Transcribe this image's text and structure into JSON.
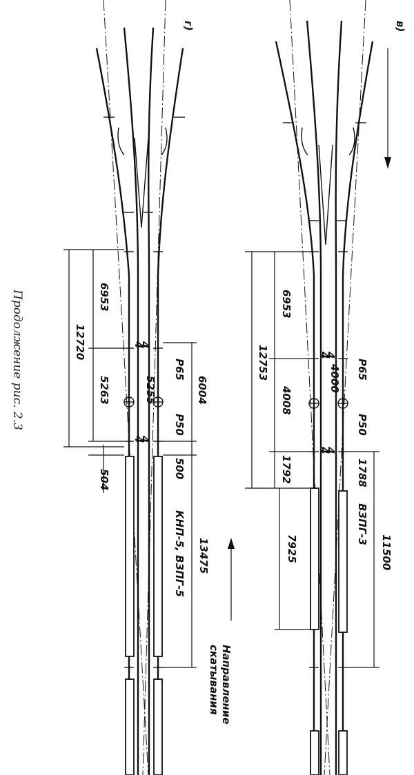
{
  "caption": "Продолжение рис. 2.3",
  "direction_label": [
    "Направление",
    "скатывания"
  ],
  "panel_g": {
    "letter": "г)",
    "rail_top": "Р65",
    "rail_bottom": "Р50",
    "dims": {
      "d6953": "6953",
      "d12720": "12720",
      "d5263": "5263",
      "d504": "504",
      "d5255": "5255",
      "d6004": "6004",
      "d500": "500",
      "d13475": "13475"
    },
    "retarder": "КНП-5, ВЗПГ-5",
    "joint_marks": [
      "4",
      "4",
      "4",
      "4"
    ]
  },
  "panel_v": {
    "letter": "в)",
    "rail_top": "Р65",
    "rail_bottom": "Р50",
    "dims": {
      "d6953": "6953",
      "d12753": "12753",
      "d4008": "4008",
      "d4000": "4000",
      "d1792": "1792",
      "d1788": "1788",
      "d7925": "7925",
      "d11500": "11500"
    },
    "retarder": "ВЗПГ-3",
    "joint_marks": [
      "4",
      "4",
      "4",
      "4"
    ]
  }
}
